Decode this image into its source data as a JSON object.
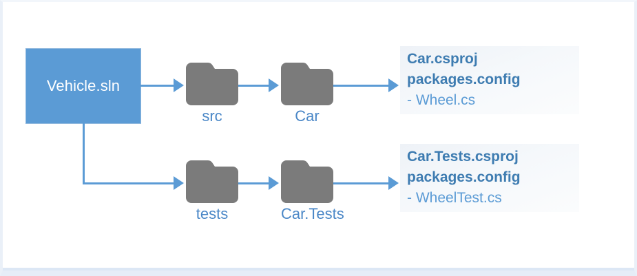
{
  "diagram": {
    "type": "folder-structure-tree",
    "root": {
      "label": "Vehicle.sln",
      "shape": "rectangle",
      "fill": "#5B9BD5",
      "text_color": "#FFFFFF"
    },
    "accent_color": "#5B9BD5",
    "folder_color": "#7B7B7B",
    "label_color": "#4A87C7",
    "branches": [
      {
        "id": "src-branch",
        "folders": [
          {
            "name": "src",
            "icon": "folder-icon"
          },
          {
            "name": "Car",
            "icon": "folder-icon"
          }
        ],
        "files": [
          {
            "text": "Car.csproj",
            "style": "primary"
          },
          {
            "text": "packages.config",
            "style": "primary"
          },
          {
            "text": "- Wheel.cs",
            "style": "secondary"
          }
        ]
      },
      {
        "id": "tests-branch",
        "folders": [
          {
            "name": "tests",
            "icon": "folder-icon"
          },
          {
            "name": "Car.Tests",
            "icon": "folder-icon"
          }
        ],
        "files": [
          {
            "text": "Car.Tests.csproj",
            "style": "primary"
          },
          {
            "text": "packages.config",
            "style": "primary"
          },
          {
            "text": "- WheelTest.cs",
            "style": "secondary"
          }
        ]
      }
    ]
  }
}
